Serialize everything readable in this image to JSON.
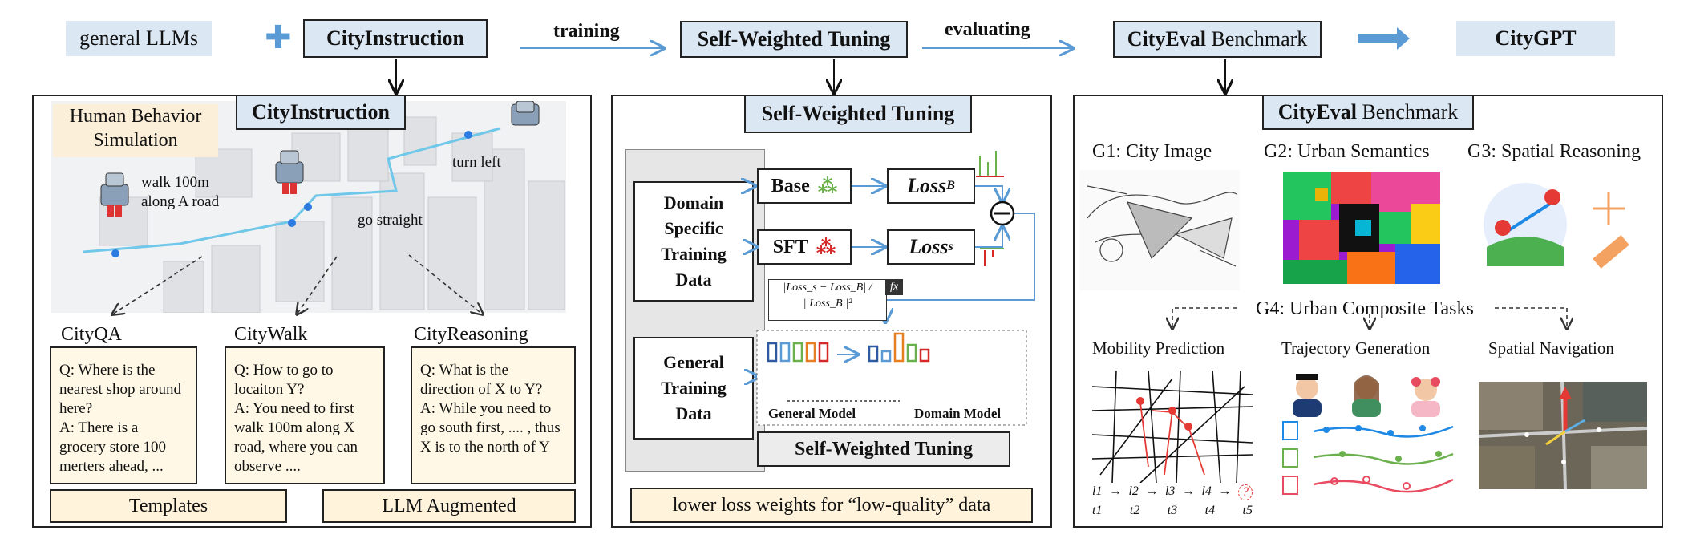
{
  "flow": {
    "general_llms": "general LLMs",
    "plus": "✚",
    "city_instruction": "CityInstruction",
    "training": "training",
    "self_weighted_tuning": "Self-Weighted Tuning",
    "evaluating": "evaluating",
    "cityeval_bold": "CityEval",
    "benchmark": " Benchmark",
    "citygpt": "CityGPT"
  },
  "panel1": {
    "title": "CityInstruction",
    "map_title": "Human Behavior\nSimulation",
    "walk_label": "walk 100m\nalong A road",
    "straight_label": "go straight",
    "left_label": "turn left",
    "sub1": "CityQA",
    "sub2": "CityWalk",
    "sub3": "CityReasoning",
    "qa1": "Q: Where is the nearest shop around here?\nA:  There is a grocery store 100 merters ahead, ...",
    "qa2": "Q: How to go to locaiton Y?\nA: You need to first walk 100m along X road, where you can observe ....",
    "qa3": "Q: What is the direction of X to Y?\nA: While you need to go south first, .... , thus X is to the north of Y",
    "templates": "Templates",
    "llm_aug": "LLM Augmented"
  },
  "panel2": {
    "title": "Self-Weighted Tuning",
    "domain_data": "Domain Specific Training Data",
    "general_data": "General Training Data",
    "base": "Base",
    "sft": "SFT",
    "loss_b": "Loss",
    "loss_b_sub": "B",
    "loss_s": "Loss",
    "loss_s_sub": "s",
    "formula_num": "|Loss",
    "formula": "|Loss_s − Loss_B| / ||Loss_B||²",
    "fx": "fx",
    "general_model": "General Model",
    "domain_model": "Domain Model",
    "swt": "Self-Weighted Tuning",
    "lower_loss": "lower loss weights for “low-quality” data"
  },
  "panel3": {
    "title_bold": "CityEval",
    "title_rest": " Benchmark",
    "g1": "G1: City Image",
    "g2": "G2: Urban Semantics",
    "g3": "G3: Spatial Reasoning",
    "g4": "G4: Urban Composite Tasks",
    "mobility": "Mobility Prediction",
    "trajectory": "Trajectory Generation",
    "navigation": "Spatial Navigation",
    "seq_l": [
      "l1",
      "l2",
      "l3",
      "l4"
    ],
    "seq_t": [
      "t1",
      "t2",
      "t3",
      "t4",
      "t5"
    ]
  },
  "colors": {
    "light_blue": "#dbe7f3",
    "cream": "#fff3dc",
    "arrow_blue": "#5b9bd5",
    "red": "#d62828"
  }
}
